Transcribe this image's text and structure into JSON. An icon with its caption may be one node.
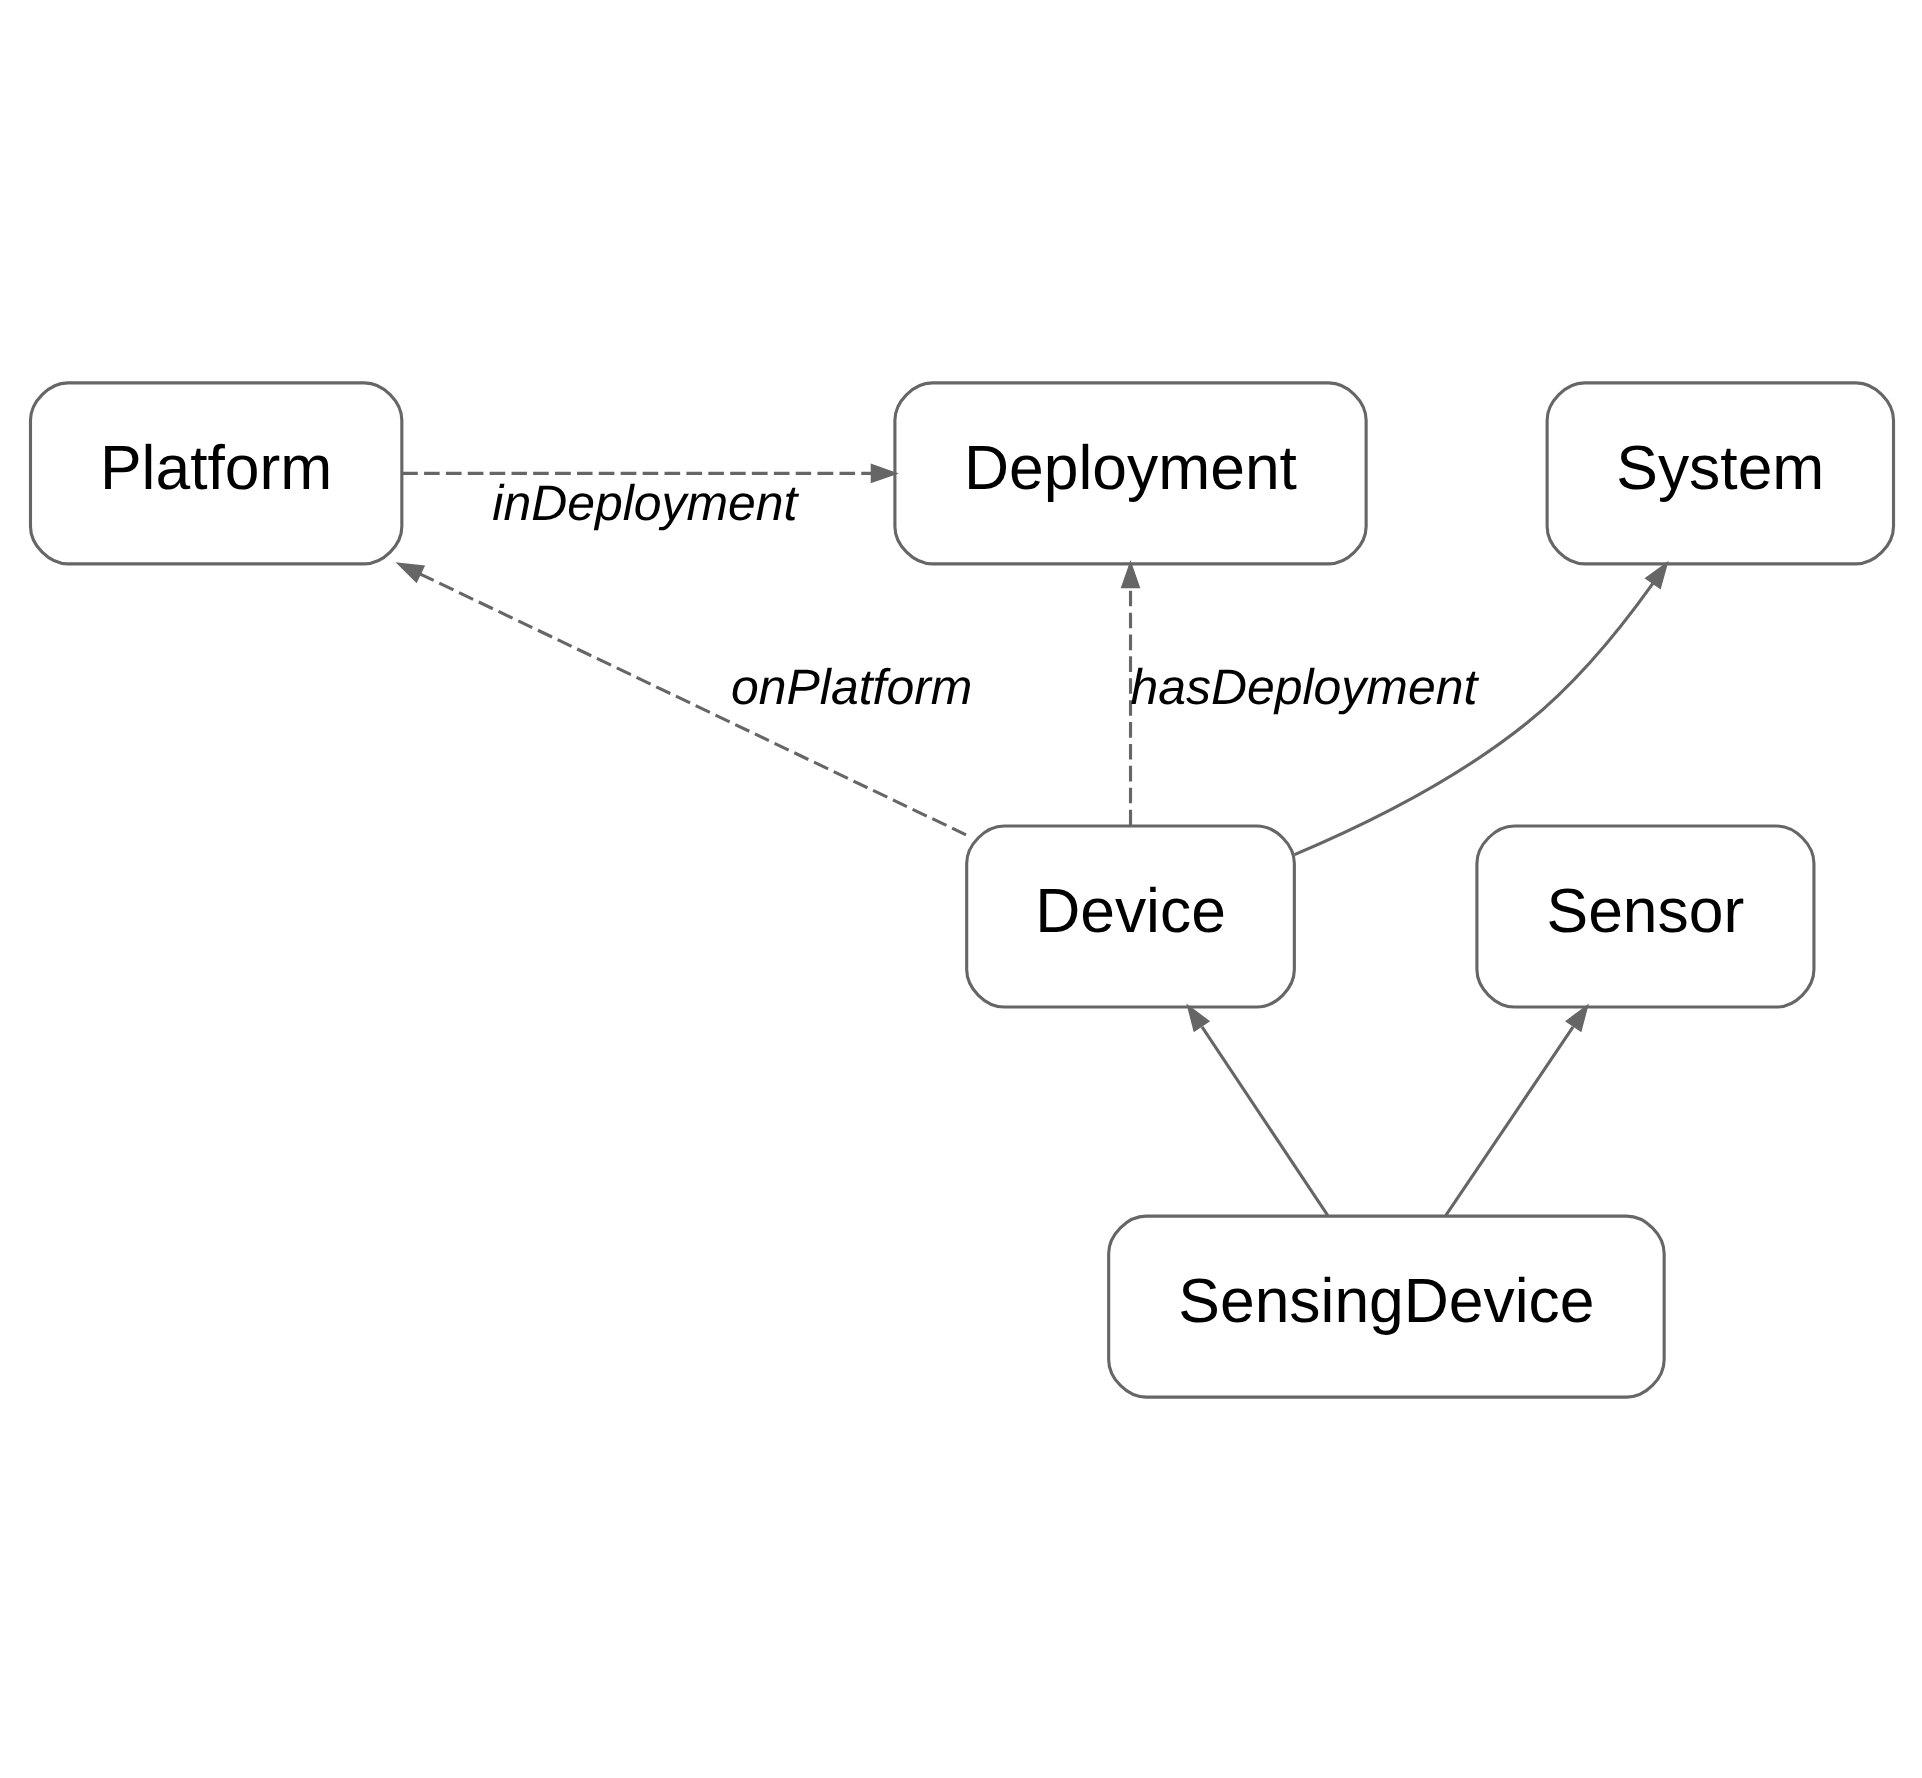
{
  "diagram": {
    "nodes": [
      {
        "text": [
          "Platform"
        ]
      },
      {
        "text": [
          "Deployment"
        ]
      },
      {
        "text": [
          "System"
        ]
      },
      {
        "text": [
          "Device"
        ]
      },
      {
        "text": [
          "Sensor"
        ]
      },
      {
        "text": [
          "SensingDevice"
        ]
      }
    ],
    "edges": [
      {
        "from": 0,
        "to": 1,
        "arrow": "to",
        "style": "dashed",
        "label": "inDeployment"
      },
      {
        "from": 3,
        "to": 0,
        "arrow": "to",
        "style": "dashed",
        "label": "onPlatform"
      },
      {
        "from": 3,
        "to": 2,
        "arrow": "to"
      },
      {
        "from": 3,
        "to": 1,
        "arrow": "to",
        "style": "dashed",
        "label": "hasDeployment"
      },
      {
        "from": 5,
        "to": 3,
        "arrow": "to"
      },
      {
        "from": 5,
        "to": 4,
        "arrow": "to"
      }
    ]
  }
}
